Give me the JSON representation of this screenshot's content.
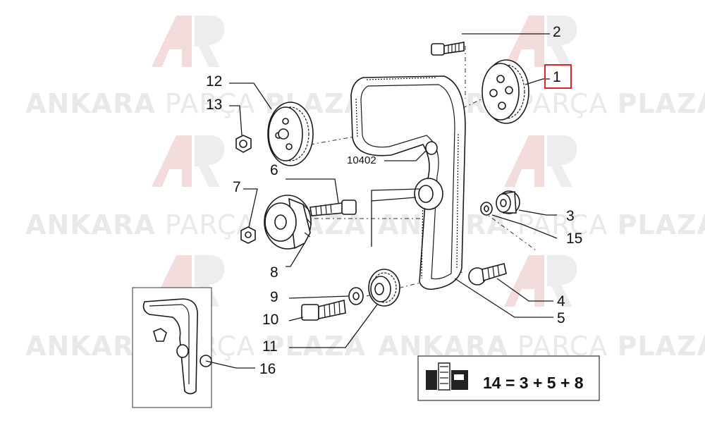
{
  "watermark": {
    "brand_left": "ANKARA",
    "brand_mid": "PARÇA",
    "brand_right": "PLAZA"
  },
  "parts": {
    "p1": "1",
    "p2": "2",
    "p3": "3",
    "p4": "4",
    "p5": "5",
    "p6": "6",
    "p7": "7",
    "p8": "8",
    "p9": "9",
    "p10": "10",
    "p11": "11",
    "p12": "12",
    "p13": "13",
    "p15": "15",
    "p16": "16",
    "ref": "10402"
  },
  "kit": {
    "equation": "14 = 3 + 5 + 8"
  },
  "colors": {
    "highlight": "#d62828",
    "watermark": "#e9e9e9",
    "line": "#1a1a1a"
  }
}
